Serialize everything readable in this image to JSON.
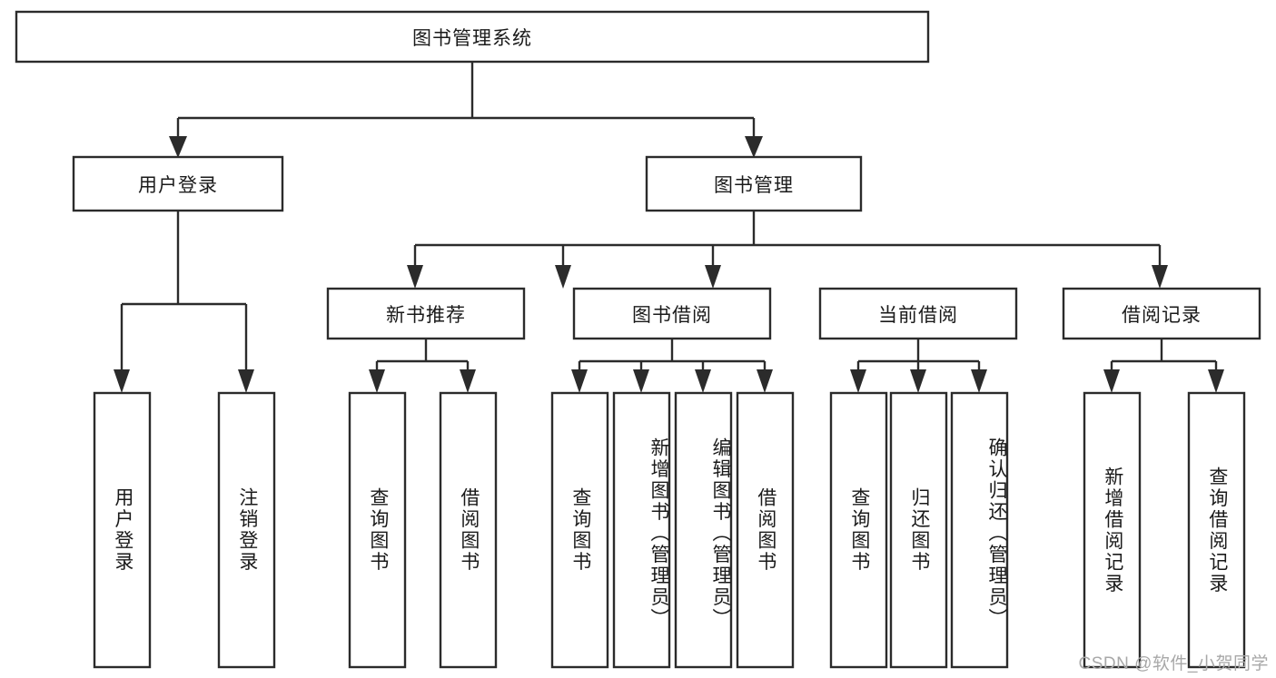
{
  "diagram": {
    "title": "图书管理系统",
    "type": "hierarchy-tree",
    "watermark": "CSDN @软件_小贺同学",
    "colors": {
      "box_stroke": "#2b2b2b",
      "box_fill": "#ffffff",
      "text": "#1a1a1a",
      "background": "#ffffff",
      "watermark": "#a8a8a8"
    },
    "levels": [
      {
        "level": 1,
        "nodes": [
          {
            "id": "root",
            "label": "图书管理系统",
            "orientation": "horizontal"
          }
        ]
      },
      {
        "level": 2,
        "nodes": [
          {
            "id": "user-login",
            "label": "用户登录",
            "orientation": "horizontal",
            "parent": "root"
          },
          {
            "id": "book-manage",
            "label": "图书管理",
            "orientation": "horizontal",
            "parent": "root"
          }
        ]
      },
      {
        "level": 3,
        "nodes": [
          {
            "id": "new-book-rec",
            "label": "新书推荐",
            "orientation": "horizontal",
            "parent": "book-manage"
          },
          {
            "id": "book-borrow",
            "label": "图书借阅",
            "orientation": "horizontal",
            "parent": "book-manage"
          },
          {
            "id": "current-borrow",
            "label": "当前借阅",
            "orientation": "horizontal",
            "parent": "book-manage"
          },
          {
            "id": "borrow-record",
            "label": "借阅记录",
            "orientation": "horizontal",
            "parent": "book-manage"
          }
        ]
      },
      {
        "level": 4,
        "nodes": [
          {
            "id": "leaf-user-login",
            "label": "用户登录",
            "orientation": "vertical",
            "parent": "user-login"
          },
          {
            "id": "leaf-logout",
            "label": "注销登录",
            "orientation": "vertical",
            "parent": "user-login"
          },
          {
            "id": "leaf-query-book-1",
            "label": "查询图书",
            "orientation": "vertical",
            "parent": "new-book-rec"
          },
          {
            "id": "leaf-borrow-book-1",
            "label": "借阅图书",
            "orientation": "vertical",
            "parent": "new-book-rec"
          },
          {
            "id": "leaf-query-book-2",
            "label": "查询图书",
            "orientation": "vertical",
            "parent": "book-borrow"
          },
          {
            "id": "leaf-add-book",
            "label": "新增图书（管理员）",
            "orientation": "vertical",
            "parent": "book-borrow"
          },
          {
            "id": "leaf-edit-book",
            "label": "编辑图书（管理员）",
            "orientation": "vertical",
            "parent": "book-borrow"
          },
          {
            "id": "leaf-borrow-book-2",
            "label": "借阅图书",
            "orientation": "vertical",
            "parent": "book-borrow"
          },
          {
            "id": "leaf-query-book-3",
            "label": "查询图书",
            "orientation": "vertical",
            "parent": "current-borrow"
          },
          {
            "id": "leaf-return-book",
            "label": "归还图书",
            "orientation": "vertical",
            "parent": "current-borrow"
          },
          {
            "id": "leaf-confirm-return",
            "label": "确认归还（管理员）",
            "orientation": "vertical",
            "parent": "current-borrow"
          },
          {
            "id": "leaf-add-record",
            "label": "新增借阅记录",
            "orientation": "vertical",
            "parent": "borrow-record"
          },
          {
            "id": "leaf-query-record",
            "label": "查询借阅记录",
            "orientation": "vertical",
            "parent": "borrow-record"
          }
        ]
      }
    ]
  }
}
